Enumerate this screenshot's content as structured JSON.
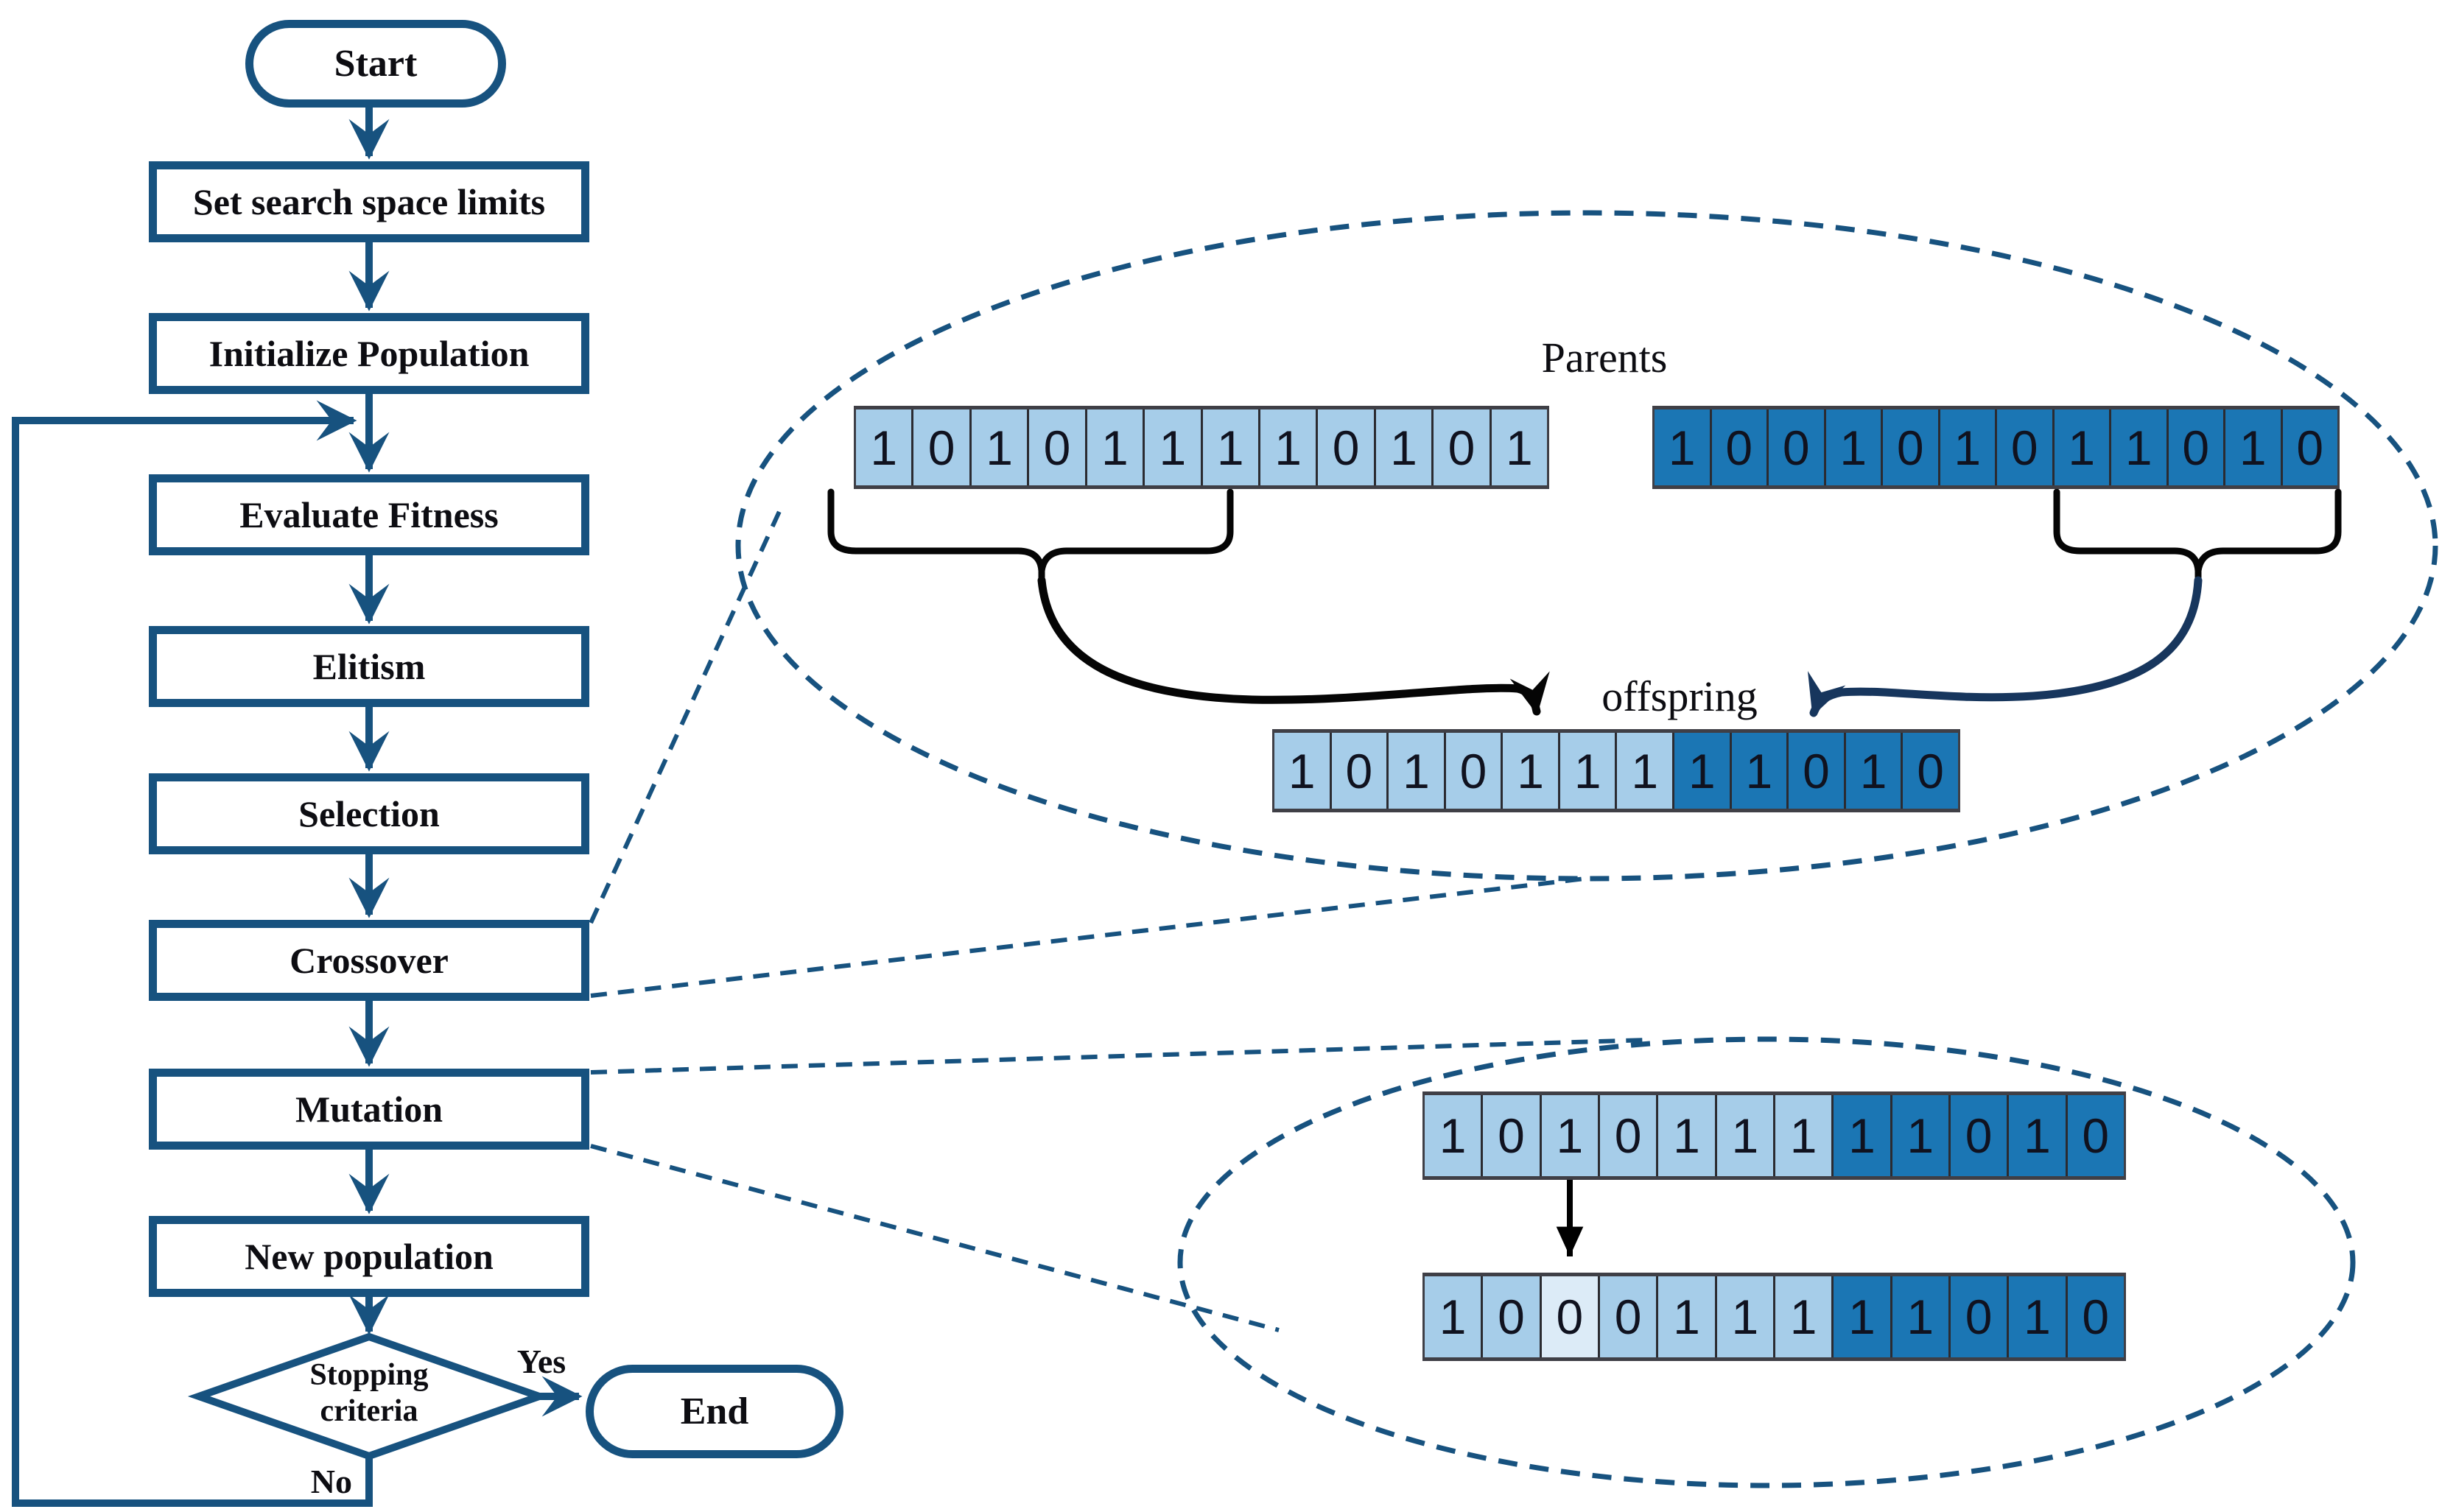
{
  "palette": {
    "navy": "#17527f",
    "ink": "#0d0d12",
    "cell-light": "#a6cde9",
    "cell-dark": "#1b76b4",
    "cell-pale": "#dcebf7",
    "cell-border": "#2b2b31",
    "curve-black": "#050505",
    "curve-navy": "#17365d"
  },
  "flowchart": {
    "start_label": "Start",
    "steps": [
      {
        "id": "set-limits",
        "label": "Set search space limits"
      },
      {
        "id": "init-population",
        "label": "Initialize Population"
      },
      {
        "id": "evaluate-fitness",
        "label": "Evaluate Fitness"
      },
      {
        "id": "elitism",
        "label": "Elitism"
      },
      {
        "id": "selection",
        "label": "Selection"
      },
      {
        "id": "crossover",
        "label": "Crossover"
      },
      {
        "id": "mutation",
        "label": "Mutation"
      },
      {
        "id": "new-population",
        "label": "New population"
      }
    ],
    "decision": {
      "line1": "Stopping",
      "line2": "criteria"
    },
    "yes_label": "Yes",
    "no_label": "No",
    "end_label": "End"
  },
  "crossover_detail": {
    "parents_label": "Parents",
    "offspring_label": "offspring",
    "parent1": {
      "cells": [
        {
          "v": "1",
          "c": "light"
        },
        {
          "v": "0",
          "c": "light"
        },
        {
          "v": "1",
          "c": "light"
        },
        {
          "v": "0",
          "c": "light"
        },
        {
          "v": "1",
          "c": "light"
        },
        {
          "v": "1",
          "c": "light"
        },
        {
          "v": "1",
          "c": "light"
        },
        {
          "v": "1",
          "c": "light"
        },
        {
          "v": "0",
          "c": "light"
        },
        {
          "v": "1",
          "c": "light"
        },
        {
          "v": "0",
          "c": "light"
        },
        {
          "v": "1",
          "c": "light"
        }
      ]
    },
    "parent2": {
      "cells": [
        {
          "v": "1",
          "c": "dark"
        },
        {
          "v": "0",
          "c": "dark"
        },
        {
          "v": "0",
          "c": "dark"
        },
        {
          "v": "1",
          "c": "dark"
        },
        {
          "v": "0",
          "c": "dark"
        },
        {
          "v": "1",
          "c": "dark"
        },
        {
          "v": "0",
          "c": "dark"
        },
        {
          "v": "1",
          "c": "dark"
        },
        {
          "v": "1",
          "c": "dark"
        },
        {
          "v": "0",
          "c": "dark"
        },
        {
          "v": "1",
          "c": "dark"
        },
        {
          "v": "0",
          "c": "dark"
        }
      ]
    },
    "offspring": {
      "cells": [
        {
          "v": "1",
          "c": "light"
        },
        {
          "v": "0",
          "c": "light"
        },
        {
          "v": "1",
          "c": "light"
        },
        {
          "v": "0",
          "c": "light"
        },
        {
          "v": "1",
          "c": "light"
        },
        {
          "v": "1",
          "c": "light"
        },
        {
          "v": "1",
          "c": "light"
        },
        {
          "v": "1",
          "c": "dark"
        },
        {
          "v": "1",
          "c": "dark"
        },
        {
          "v": "0",
          "c": "dark"
        },
        {
          "v": "1",
          "c": "dark"
        },
        {
          "v": "0",
          "c": "dark"
        }
      ]
    }
  },
  "mutation_detail": {
    "before": {
      "cells": [
        {
          "v": "1",
          "c": "light"
        },
        {
          "v": "0",
          "c": "light"
        },
        {
          "v": "1",
          "c": "light"
        },
        {
          "v": "0",
          "c": "light"
        },
        {
          "v": "1",
          "c": "light"
        },
        {
          "v": "1",
          "c": "light"
        },
        {
          "v": "1",
          "c": "light"
        },
        {
          "v": "1",
          "c": "dark"
        },
        {
          "v": "1",
          "c": "dark"
        },
        {
          "v": "0",
          "c": "dark"
        },
        {
          "v": "1",
          "c": "dark"
        },
        {
          "v": "0",
          "c": "dark"
        }
      ]
    },
    "after": {
      "cells": [
        {
          "v": "1",
          "c": "light"
        },
        {
          "v": "0",
          "c": "light"
        },
        {
          "v": "0",
          "c": "pale"
        },
        {
          "v": "0",
          "c": "light"
        },
        {
          "v": "1",
          "c": "light"
        },
        {
          "v": "1",
          "c": "light"
        },
        {
          "v": "1",
          "c": "light"
        },
        {
          "v": "1",
          "c": "dark"
        },
        {
          "v": "1",
          "c": "dark"
        },
        {
          "v": "0",
          "c": "dark"
        },
        {
          "v": "1",
          "c": "dark"
        },
        {
          "v": "0",
          "c": "dark"
        }
      ]
    }
  }
}
